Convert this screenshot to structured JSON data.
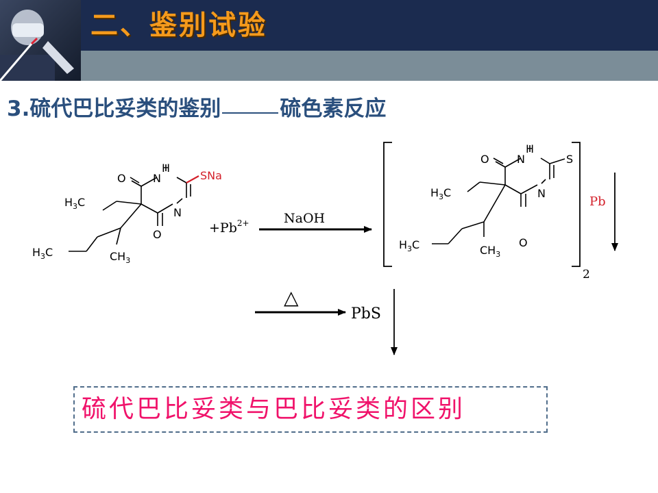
{
  "header": {
    "title": "二、鉴别试验"
  },
  "section": {
    "number": "3.",
    "title_left": "硫代巴比妥类的鉴别",
    "title_right": "硫色素反应"
  },
  "scheme": {
    "reactant": {
      "H": "H",
      "N1": "N",
      "N2": "N",
      "O_top": "O",
      "O_bottom": "O",
      "substituent": "SNa",
      "ethyl": "H",
      "ethyl_sub": "3",
      "ethyl_tail": "C",
      "butyl": "H",
      "butyl_sub": "3",
      "butyl_tail": "C",
      "methyl": "CH",
      "methyl_sub": "3"
    },
    "reagent": "+Pb",
    "reagent_charge": "2+",
    "arrow1_label": "NaOH",
    "product": {
      "H": "H",
      "N1": "N",
      "N2": "N",
      "O_top": "O",
      "O_bottom": "O",
      "substituent": "S",
      "ethyl": "H",
      "ethyl_sub": "3",
      "ethyl_tail": "C",
      "butyl": "H",
      "butyl_sub": "3",
      "butyl_tail": "C",
      "methyl": "CH",
      "methyl_sub": "3"
    },
    "bracket_label": "Pb",
    "bracket_subscript": "2",
    "heat_symbol": "△",
    "final_product": "PbS"
  },
  "conclusion": "硫代巴比妥类与巴比妥类的区别",
  "colors": {
    "title": "#f59a1c",
    "header_band": "#1b2b4f",
    "header_strip": "#7b8d98",
    "subtitle": "#2a4f7d",
    "highlight": "#f0126a",
    "border": "#4f6c8a"
  }
}
